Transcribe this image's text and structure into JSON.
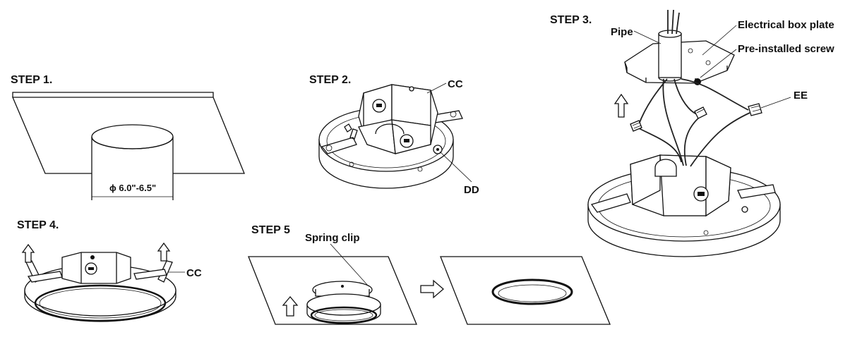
{
  "steps": {
    "step1": {
      "title": "STEP 1.",
      "dimension": "ϕ 6.0\"-6.5\""
    },
    "step2": {
      "title": "STEP 2.",
      "callouts": [
        "CC",
        "DD"
      ]
    },
    "step3": {
      "title": "STEP 3.",
      "callouts": [
        "Pipe",
        "Electrical box plate",
        "Pre-installed screw",
        "EE"
      ]
    },
    "step4": {
      "title": "STEP 4.",
      "callouts": [
        "CC"
      ]
    },
    "step5": {
      "title": "STEP 5",
      "callouts": [
        "Spring clip"
      ]
    }
  },
  "icons": [
    "up-arrow-icon",
    "right-arrow-icon"
  ],
  "colors": {
    "line": "#111111",
    "background": "#ffffff",
    "fill_gray": "#cfcfcf"
  }
}
